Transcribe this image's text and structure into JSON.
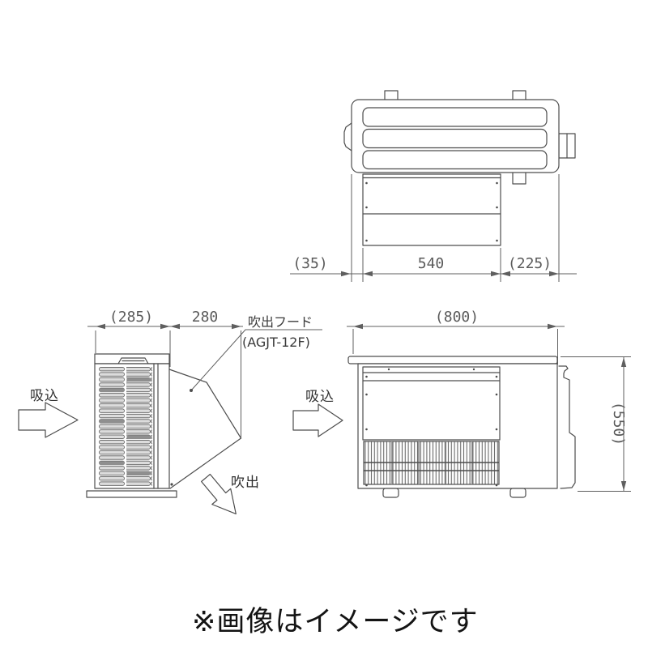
{
  "caption": {
    "text": "※画像はイメージです"
  },
  "colors": {
    "line": "#4d4d4d",
    "dim_text": "#5a5a5a",
    "caption_text": "#141414"
  },
  "top_view": {
    "dim_left": "(35)",
    "dim_center": "540",
    "dim_right": "(225)"
  },
  "side_view": {
    "dim_left": "(285)",
    "dim_right": "280",
    "suction_label": "吸込",
    "blowout_label": "吹出",
    "hood_label": "吹出フード",
    "hood_model": "(AGJT-12F)"
  },
  "front_view": {
    "dim_width": "(800)",
    "dim_height": "(550)",
    "suction_label": "吸込"
  }
}
